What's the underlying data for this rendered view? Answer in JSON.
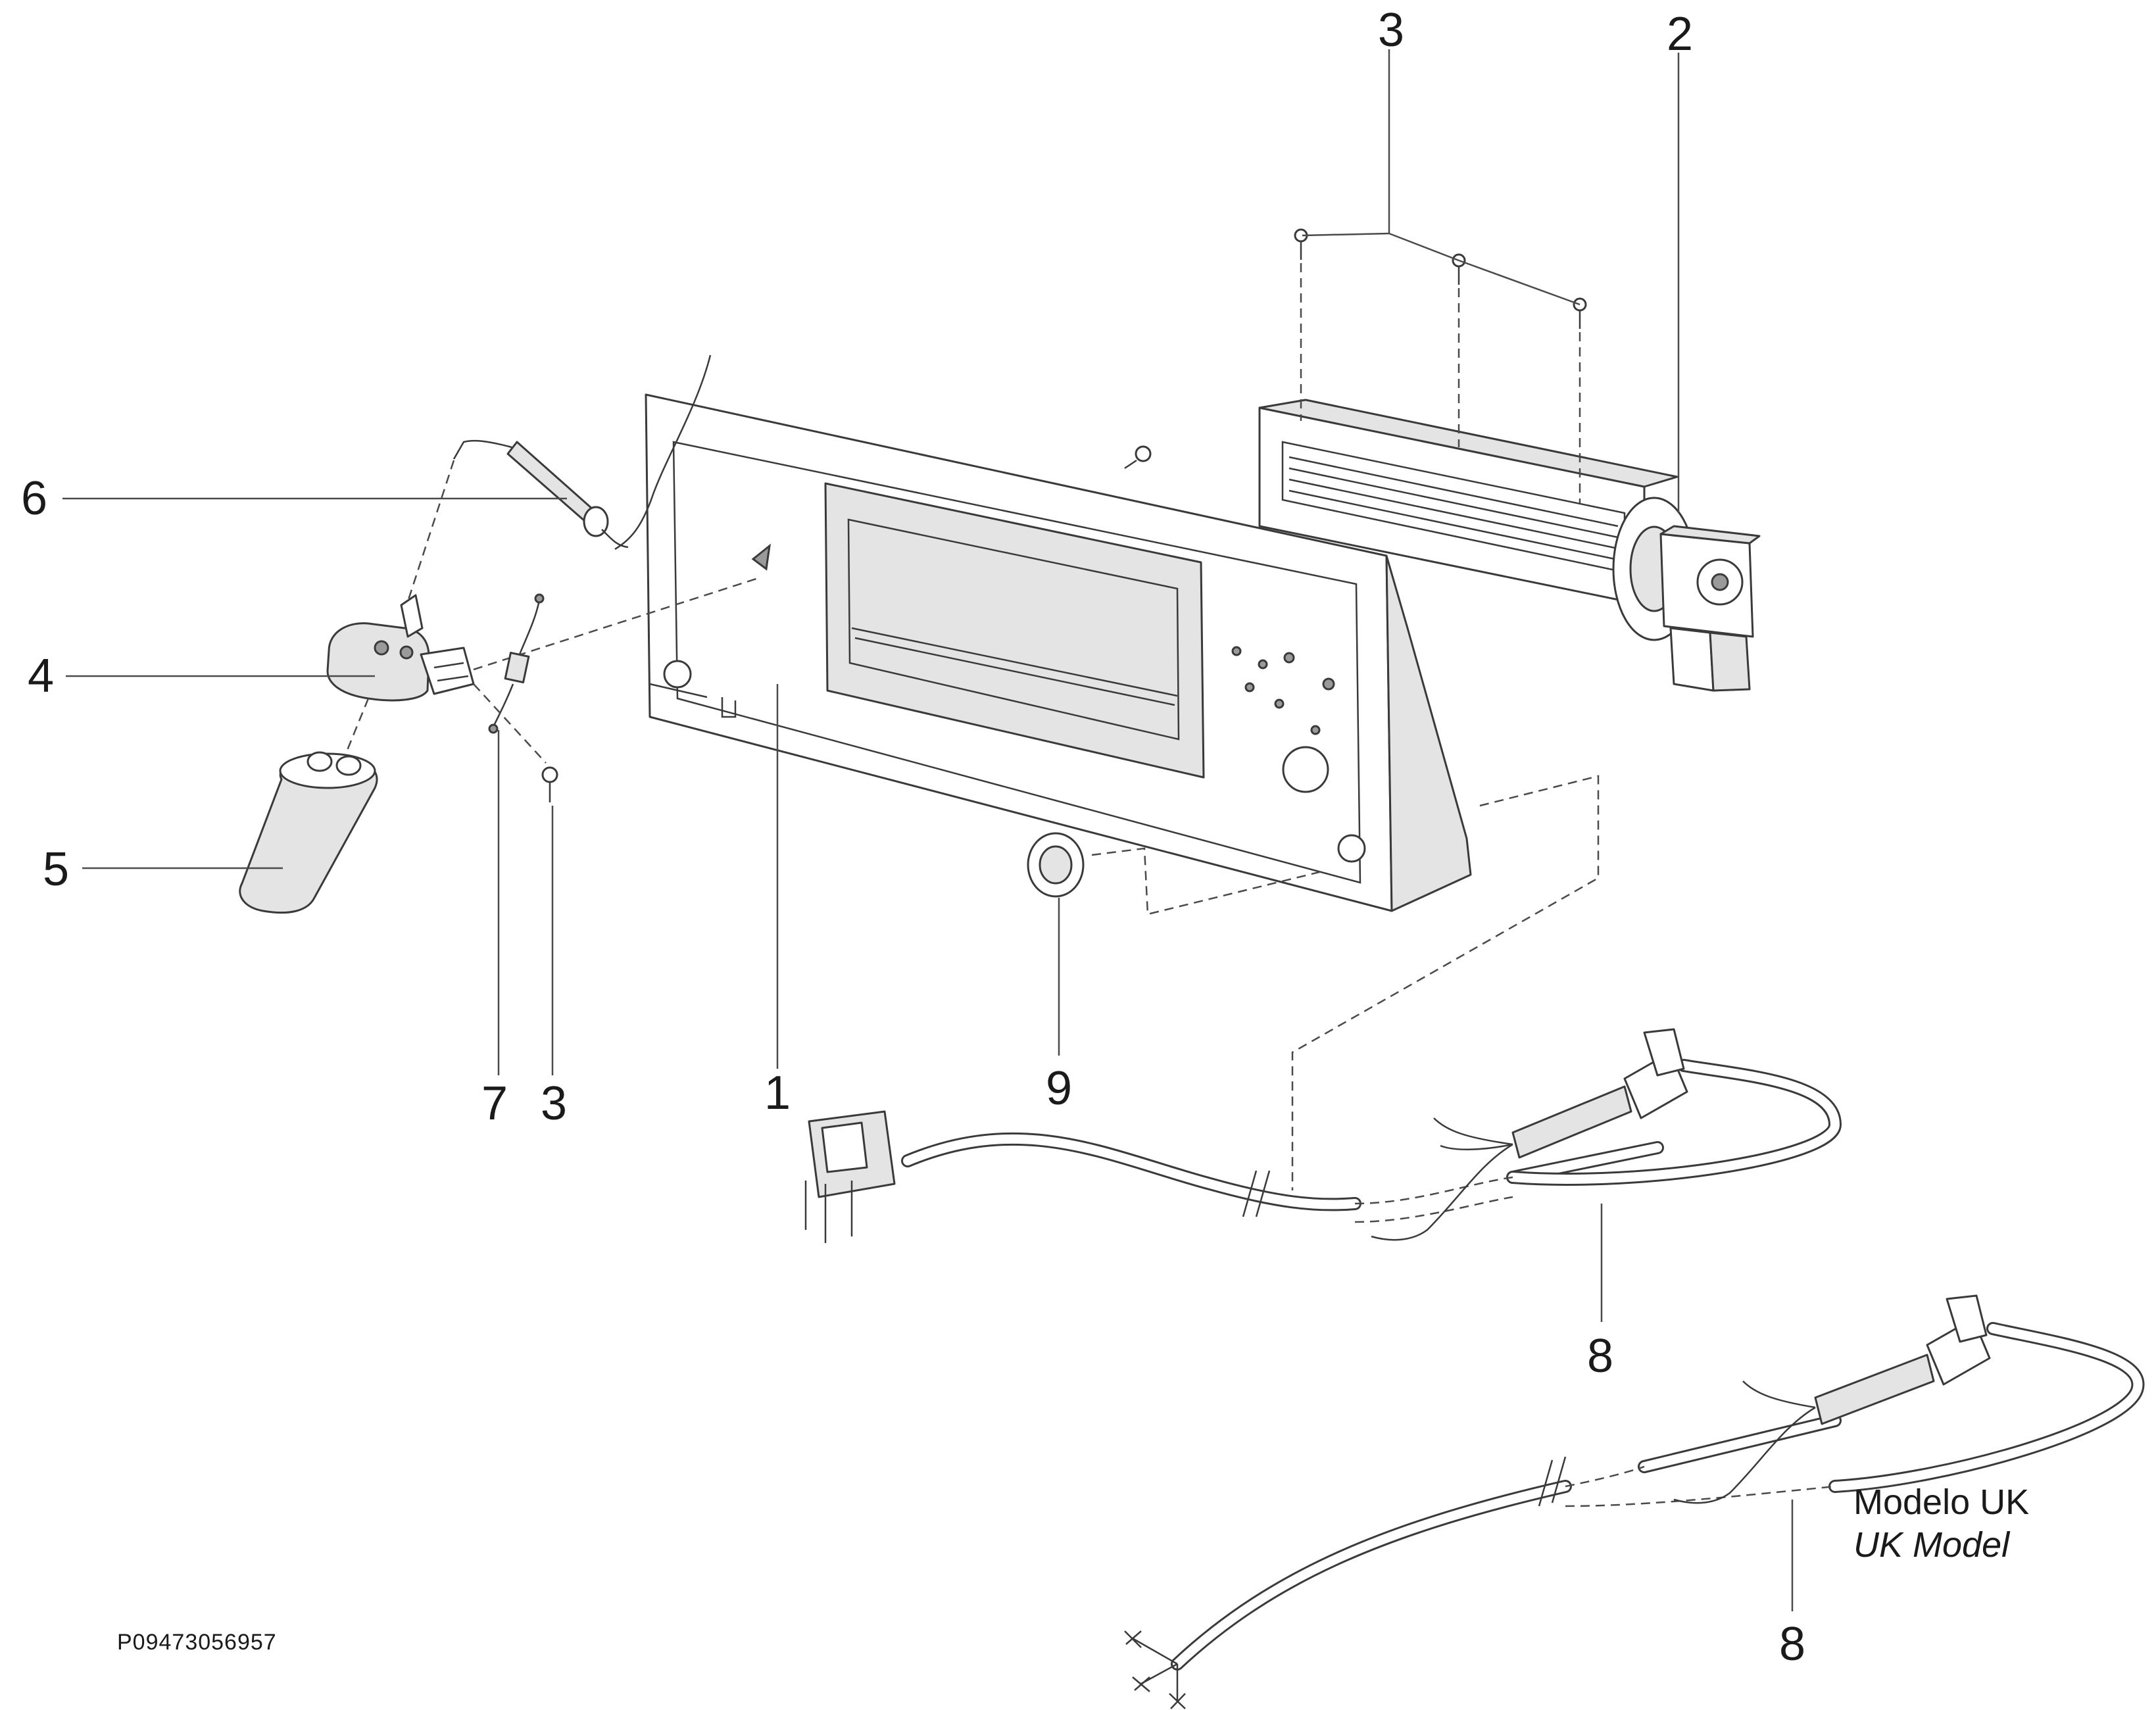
{
  "callouts": {
    "c1": "1",
    "c2": "2",
    "c3_top": "3",
    "c3_bottom": "3",
    "c4": "4",
    "c5": "5",
    "c6": "6",
    "c7": "7",
    "c8_upper": "8",
    "c8_lower": "8",
    "c9": "9"
  },
  "uk_note": {
    "line1": "Modelo UK",
    "line2": "UK Model"
  },
  "reference_code": "P09473056957"
}
